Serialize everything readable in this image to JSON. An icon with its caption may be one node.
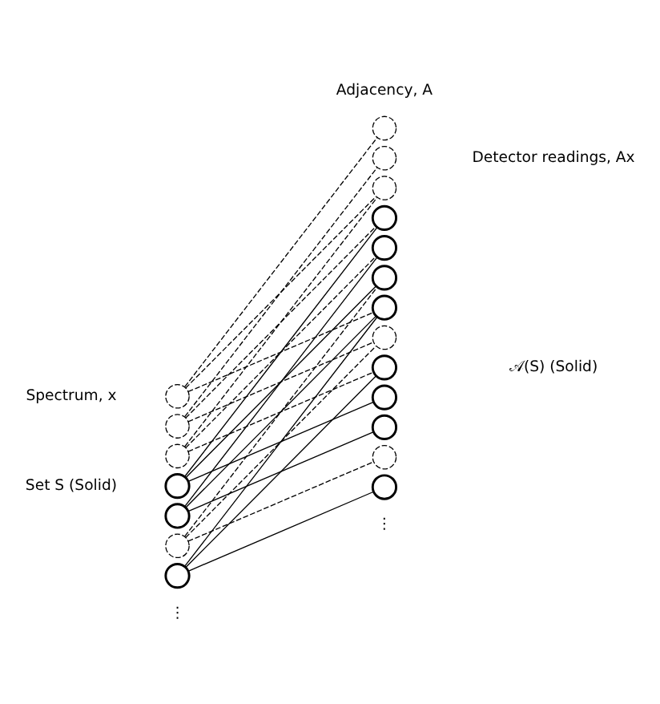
{
  "diagram": {
    "nodes": [
      {
        "text": [],
        "shape": "circle"
      },
      {
        "text": [],
        "shape": "circle"
      },
      {
        "text": [],
        "shape": "circle"
      },
      {
        "text": [],
        "shape": "circle"
      },
      {
        "text": [],
        "shape": "circle"
      },
      {
        "text": [],
        "shape": "circle"
      },
      {
        "text": [],
        "shape": "circle"
      },
      {
        "text": [],
        "shape": "circle"
      },
      {
        "text": [],
        "shape": "circle"
      },
      {
        "text": [],
        "shape": "circle"
      },
      {
        "text": [],
        "shape": "circle"
      },
      {
        "text": [],
        "shape": "circle"
      },
      {
        "text": [],
        "shape": "circle"
      },
      {
        "text": [],
        "shape": "circle"
      },
      {
        "text": [],
        "shape": "circle"
      },
      {
        "text": [],
        "shape": "circle"
      },
      {
        "text": [],
        "shape": "circle"
      },
      {
        "text": [],
        "shape": "circle"
      },
      {
        "text": [],
        "shape": "circle"
      },
      {
        "text": [],
        "shape": "circle"
      }
    ],
    "edges": [
      {
        "from": 0,
        "to": 7,
        "arrow": "none",
        "style": "dashed"
      },
      {
        "from": 0,
        "to": 9,
        "arrow": "none",
        "style": "dashed"
      },
      {
        "from": 0,
        "to": 13,
        "arrow": "none",
        "style": "dashed"
      },
      {
        "from": 1,
        "to": 8,
        "arrow": "none",
        "style": "dashed"
      },
      {
        "from": 1,
        "to": 10,
        "arrow": "none",
        "style": "dashed"
      },
      {
        "from": 1,
        "to": 14,
        "arrow": "none",
        "style": "dashed"
      },
      {
        "from": 2,
        "to": 9,
        "arrow": "none",
        "style": "dashed"
      },
      {
        "from": 2,
        "to": 11,
        "arrow": "none",
        "style": "dashed"
      },
      {
        "from": 2,
        "to": 15,
        "arrow": "none",
        "style": "dashed"
      },
      {
        "from": 3,
        "to": 10,
        "arrow": "none"
      },
      {
        "from": 3,
        "to": 12,
        "arrow": "none"
      },
      {
        "from": 3,
        "to": 16,
        "arrow": "none"
      },
      {
        "from": 4,
        "to": 11,
        "arrow": "none"
      },
      {
        "from": 4,
        "to": 13,
        "arrow": "none"
      },
      {
        "from": 4,
        "to": 17,
        "arrow": "none"
      },
      {
        "from": 5,
        "to": 12,
        "arrow": "none",
        "style": "dashed"
      },
      {
        "from": 5,
        "to": 14,
        "arrow": "none",
        "style": "dashed"
      },
      {
        "from": 5,
        "to": 18,
        "arrow": "none",
        "style": "dashed"
      },
      {
        "from": 6,
        "to": 13,
        "arrow": "none"
      },
      {
        "from": 6,
        "to": 15,
        "arrow": "none"
      },
      {
        "from": 6,
        "to": 19,
        "arrow": "none"
      }
    ],
    "labels": [
      "Adjacency, A",
      "Spectrum, x",
      "Detector readings, Ax",
      "Set S (Solid)",
      "𝒜(S) (Solid)",
      "⋮",
      "⋮"
    ]
  }
}
